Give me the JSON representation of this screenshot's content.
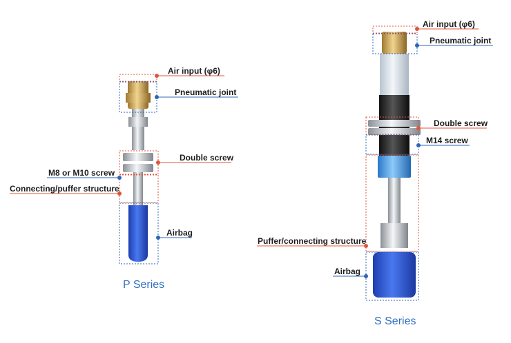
{
  "colors": {
    "red": "#e0553a",
    "blue": "#2f64b8",
    "brass": "#c9a45a",
    "steel": "#c7ccd2",
    "airbag_blue": "#2a59d8",
    "black": "#2a2a2a",
    "light_blue": "#4aa0e8"
  },
  "p_series": {
    "title": "P Series",
    "labels": {
      "air_input": "Air input (φ6)",
      "pneumatic_joint": "Pneumatic joint",
      "double_screw": "Double screw",
      "m8_screw": "M8 or M10 screw",
      "connecting": "Connecting/puffer structure",
      "airbag": "Airbag"
    }
  },
  "s_series": {
    "title": "S Series",
    "labels": {
      "air_input": "Air input (φ6)",
      "pneumatic_joint": "Pneumatic joint",
      "double_screw": "Double screw",
      "m14_screw": "M14 screw",
      "puffer": "Puffer/connecting structure",
      "airbag": "Airbag"
    }
  }
}
